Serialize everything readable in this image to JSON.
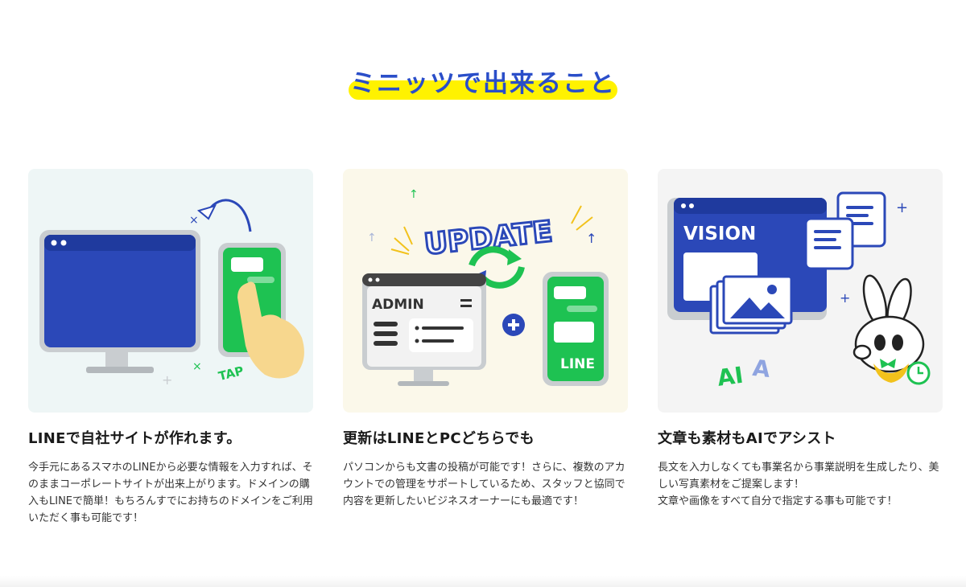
{
  "section": {
    "title": "ミニッツで出来ること"
  },
  "cards": [
    {
      "title": "LINEで自社サイトが作れます。",
      "body": "今手元にあるスマホのLINEから必要な情報を入力すれば、そのままコーポレートサイトが出来上がります。ドメインの購入もLINEで簡単！もちろんすでにお持ちのドメインをご利用いただく事も可能です！",
      "illustration": {
        "label_tap": "TAP",
        "bg": "#eef6f6"
      }
    },
    {
      "title": "更新はLINEとPCどちらでも",
      "body": "パソコンからも文書の投稿が可能です！さらに、複数のアカウントでの管理をサポートしているため、スタッフと協同で内容を更新したいビジネスオーナーにも最適です！",
      "illustration": {
        "label_update": "UPDATE",
        "label_admin": "ADMIN",
        "label_line": "LINE",
        "bg": "#fbf8ea"
      }
    },
    {
      "title": "文章も素材もAIでアシスト",
      "body": "長文を入力しなくても事業名から事業説明を生成したり、美しい写真素材をご提案します！\n文章や画像をすべて自分で指定する事も可能です！",
      "illustration": {
        "label_vision": "VISION",
        "label_ai": "AI",
        "label_a": "A",
        "bg": "#f4f4f4"
      }
    }
  ],
  "colors": {
    "accent_blue": "#2a4ec9",
    "line_green": "#1ec252",
    "highlight_yellow": "#fff200"
  }
}
